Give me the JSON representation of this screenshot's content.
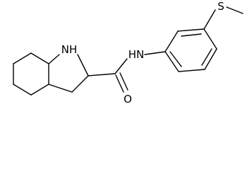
{
  "structure": {
    "atoms": {
      "amine_nh": "NH",
      "amide_hn": "HN",
      "sulfur": "S",
      "oxygen": "O"
    }
  }
}
